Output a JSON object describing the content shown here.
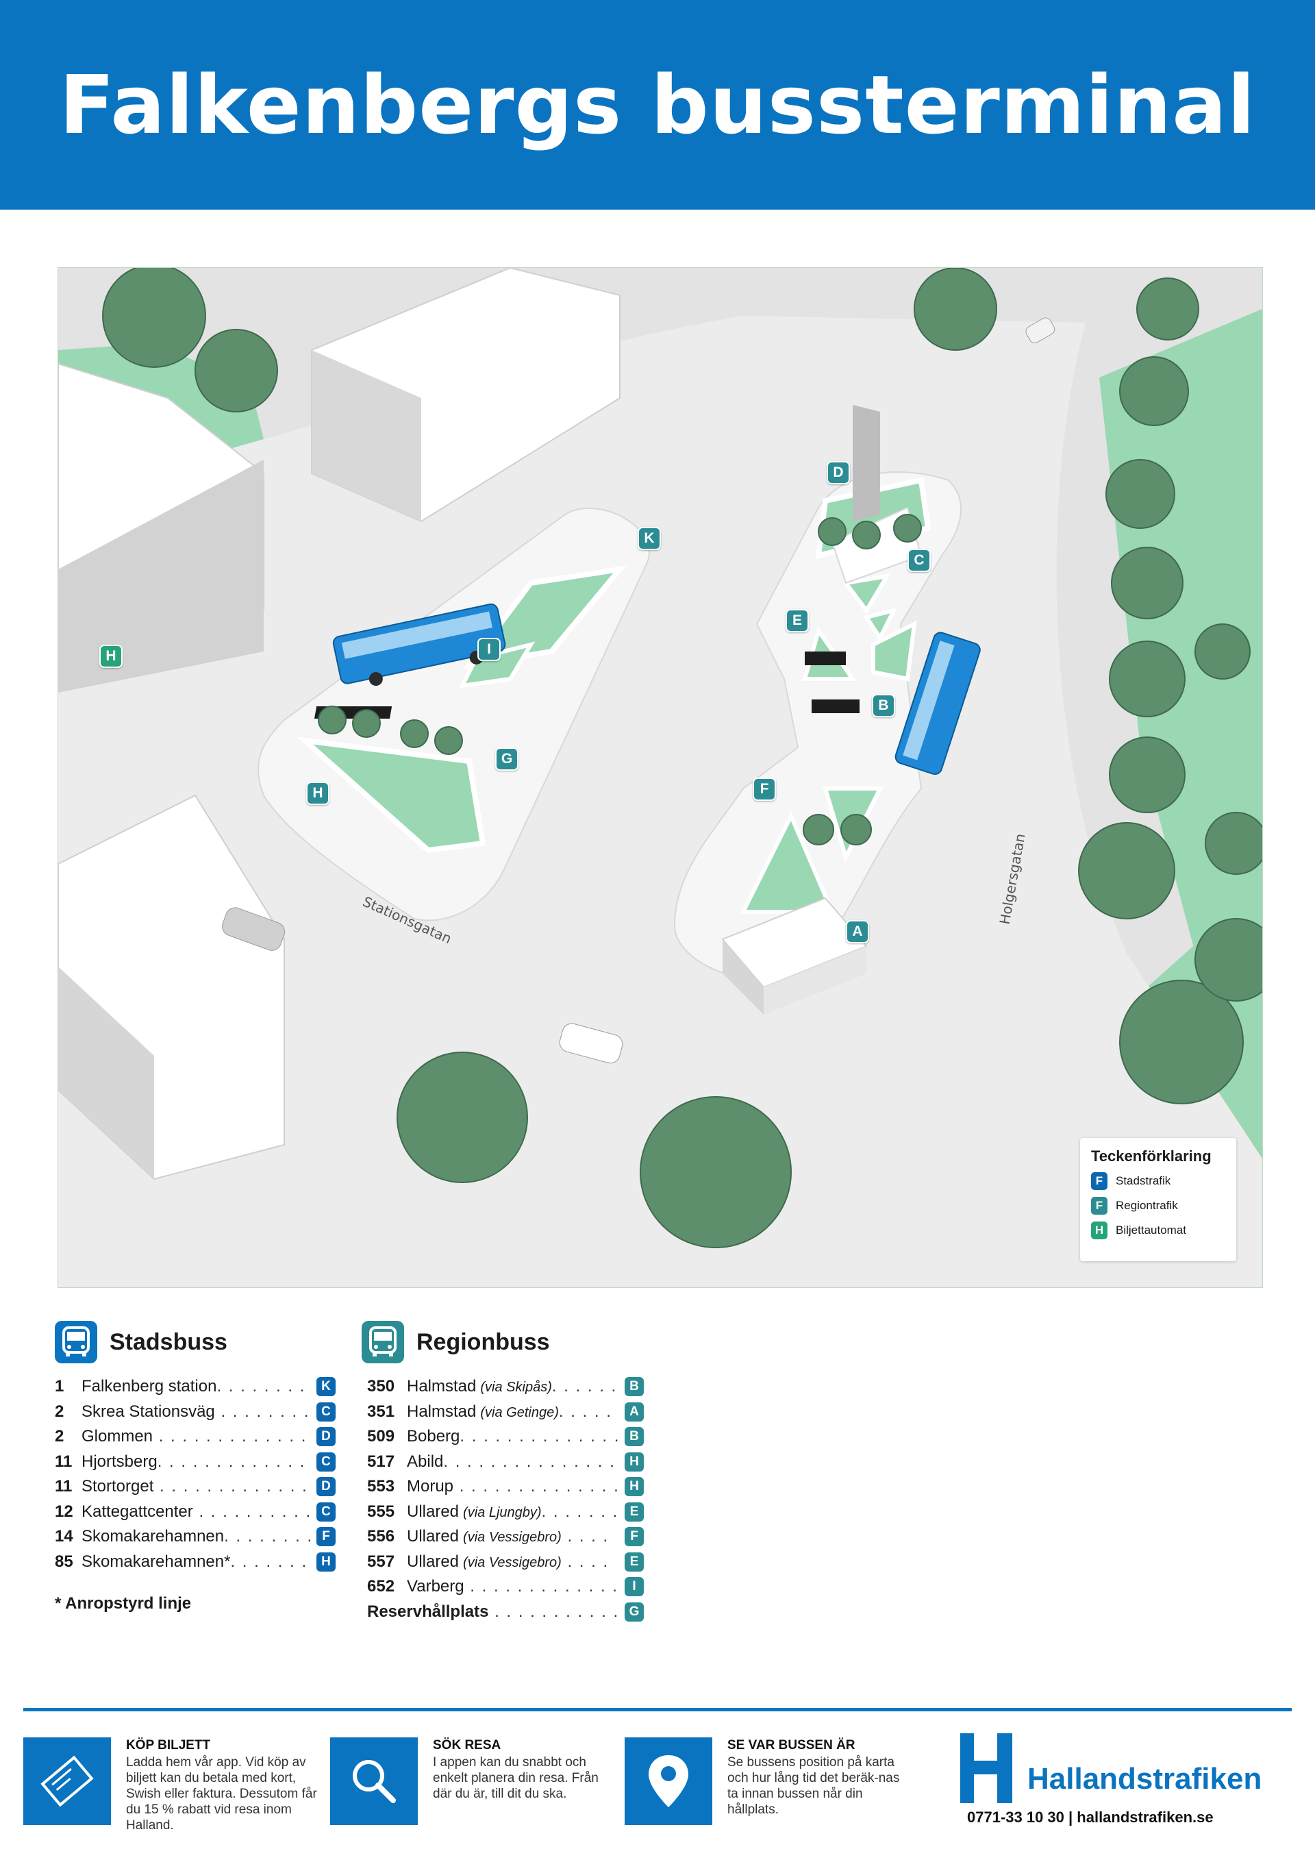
{
  "header": {
    "title": "Falkenbergs bussterminal"
  },
  "map": {
    "streets": {
      "stationsgatan": "Stationsgatan",
      "holgersgatan": "Holgersgatan"
    },
    "stops": {
      "A": "A",
      "B": "B",
      "C": "C",
      "D": "D",
      "E": "E",
      "F": "F",
      "G": "G",
      "H": "H",
      "I": "I",
      "K": "K"
    },
    "ticket_machine_icon": "H",
    "legend": {
      "title": "Teckenförklaring",
      "items": [
        {
          "icon": "F",
          "label": "Stadstrafik"
        },
        {
          "icon": "F",
          "label": "Regiontrafik"
        },
        {
          "icon": "H",
          "label": "Biljettautomat"
        }
      ]
    },
    "colors": {
      "city": "#0a67b0",
      "region": "#2b8c93",
      "ticket": "#27a37c",
      "grass": "#9ad7b3",
      "header": "#0a74c1"
    }
  },
  "stadsbuss": {
    "title": "Stadsbuss",
    "routes": [
      {
        "num": "1",
        "name": "Falkenberg station",
        "dots": ". . . . . . . . .",
        "stop": "K"
      },
      {
        "num": "2",
        "name": "Skrea Stationsväg",
        "dots": " . . . . . . . . .",
        "stop": "C"
      },
      {
        "num": "2",
        "name": "Glommen",
        "dots": " . . . . . . . . . . . . . . . .",
        "stop": "D"
      },
      {
        "num": "11",
        "name": "Hjortsberg",
        "dots": ". . . . . . . . . . . . . . .",
        "stop": "C"
      },
      {
        "num": "11",
        "name": "Stortorget",
        "dots": " . . . . . . . . . . . . . . . .",
        "stop": "D"
      },
      {
        "num": "12",
        "name": "Kattegattcenter",
        "dots": " . . . . . . . . . . .",
        "stop": "C"
      },
      {
        "num": "14",
        "name": "Skomakarehamnen",
        "dots": ". . . . . . . .",
        "stop": "F"
      },
      {
        "num": "85",
        "name": "Skomakarehamnen*",
        "dots": ". . . . . . .",
        "stop": "H"
      }
    ],
    "footnote": "* Anropstyrd linje"
  },
  "regionbuss": {
    "title": "Regionbuss",
    "routes": [
      {
        "num": "350",
        "name": "Halmstad",
        "via": "(via Skipås)",
        "dots": ". . . . . .",
        "stop": "B"
      },
      {
        "num": "351",
        "name": "Halmstad",
        "via": "(via Getinge)",
        "dots": ". . . . .",
        "stop": "A"
      },
      {
        "num": "509",
        "name": "Boberg",
        "via": "",
        "dots": ". . . . . . . . . . . . . . . . .",
        "stop": "B"
      },
      {
        "num": "517",
        "name": "Abild",
        "via": "",
        "dots": ". . . . . . . . . . . . . . . . . .",
        "stop": "H"
      },
      {
        "num": "553",
        "name": "Morup",
        "via": "",
        "dots": " . . . . . . . . . . . . . . . . .",
        "stop": "H"
      },
      {
        "num": "555",
        "name": "Ullared",
        "via": "(via Ljungby)",
        "dots": ". . . . . . .",
        "stop": "E"
      },
      {
        "num": "556",
        "name": "Ullared",
        "via": "(via Vessigebro)",
        "dots": " . . . .",
        "stop": "F"
      },
      {
        "num": "557",
        "name": "Ullared",
        "via": "(via Vessigebro)",
        "dots": " . . . .",
        "stop": "E"
      },
      {
        "num": "652",
        "name": "Varberg",
        "via": "",
        "dots": " . . . . . . . . . . . . . . . .",
        "stop": "I"
      },
      {
        "num": "",
        "name": "Reservhållplats",
        "via": "",
        "dots": " . . . . . . . . . . . . .",
        "stop": "G",
        "bold": true
      }
    ]
  },
  "footer": {
    "ticket": {
      "title": "KÖP BILJETT",
      "text": "Ladda hem vår app. Vid köp av biljett kan du betala med kort, Swish eller faktura. Dessutom får du 15 % rabatt vid resa inom Halland.",
      "icon": "ticket-icon"
    },
    "search": {
      "title": "SÖK RESA",
      "text": "I appen kan du snabbt och enkelt planera din resa. Från där du är, till dit du ska.",
      "icon": "search-icon"
    },
    "track": {
      "title": "SE VAR BUSSEN ÄR",
      "text": "Se bussens position på karta och hur lång tid det beräk-nas ta innan bussen når din hållplats.",
      "icon": "location-pin-icon"
    },
    "brand": {
      "name": "Hallandstrafiken",
      "contact": "0771-33 10 30 | hallandstrafiken.se"
    }
  }
}
